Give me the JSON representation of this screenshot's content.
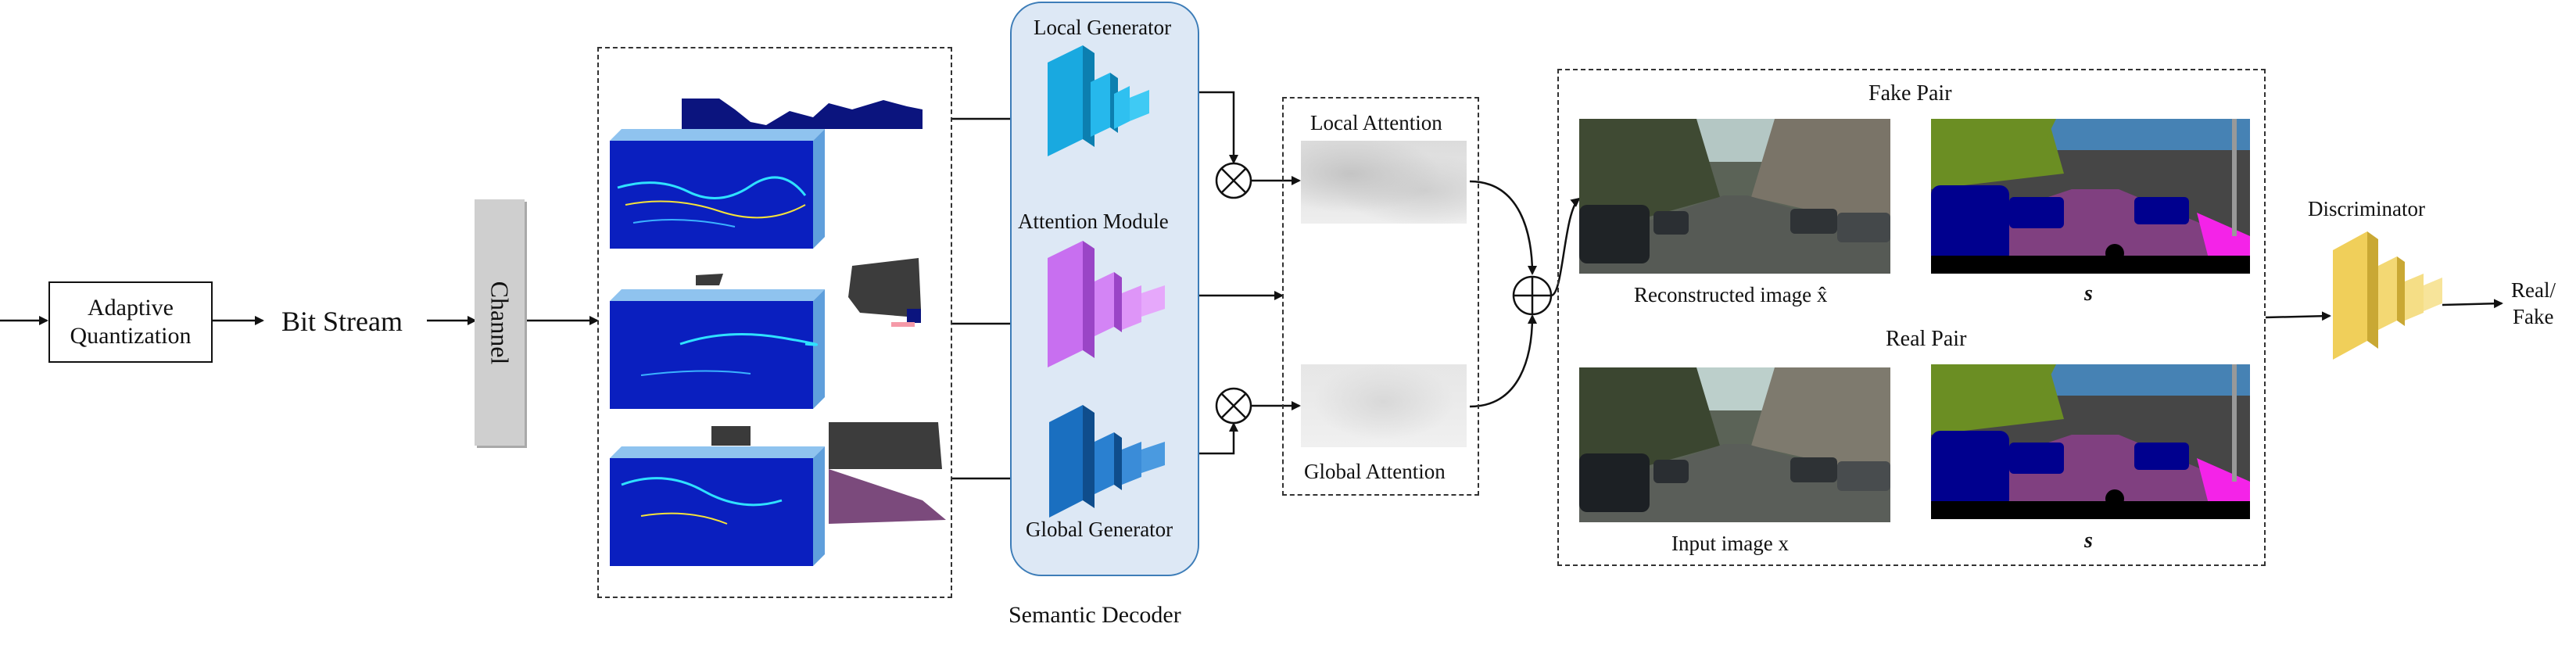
{
  "input_stage": {
    "quantizer_label_line1": "Adaptive",
    "quantizer_label_line2": "Quantization",
    "bitstream_label": "Bit Stream",
    "channel_label": "Channel"
  },
  "semantic_decoder": {
    "title": "Semantic Decoder",
    "local_generator": "Local Generator",
    "attention_module": "Attention Module",
    "global_generator": "Global Generator"
  },
  "attention_maps": {
    "local_attention": "Local Attention",
    "global_attention": "Global Attention"
  },
  "pairs": {
    "fake_pair_title": "Fake Pair",
    "real_pair_title": "Real Pair",
    "reconstructed_caption": "Reconstructed image x̂",
    "input_caption": "Input image x",
    "semantic_map_caption": "s"
  },
  "discriminator": {
    "label": "Discriminator",
    "output_line1": "Real/",
    "output_line2": "Fake"
  },
  "colors": {
    "decoder_fill": "#dde8f5",
    "decoder_border": "#3d7db8",
    "feature_blue": "#0a1fbf",
    "local_gen": "#19a9e0",
    "attention_purple": "#c86ff0",
    "global_gen": "#1a6fc0",
    "discriminator_yellow": "#f0cf5a",
    "channel_gray": "#cfcfcf"
  },
  "icons": {
    "multiply": "circle-times-icon",
    "add": "circle-plus-icon",
    "arrow": "arrow-right-icon"
  }
}
